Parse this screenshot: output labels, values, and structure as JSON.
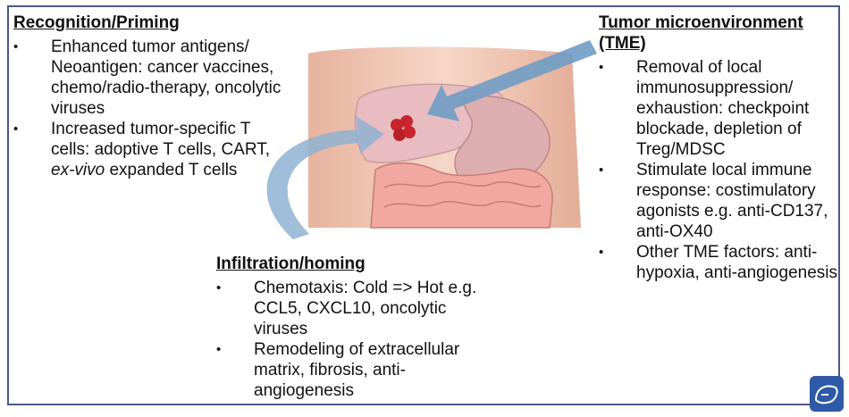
{
  "recognition": {
    "title": "Recognition/Priming",
    "items": [
      {
        "pre": "Enhanced tumor antigens/ Neoantigen: cancer vaccines, chemo/radio-therapy, oncolytic viruses",
        "em": "",
        "post": ""
      },
      {
        "pre": "Increased tumor-specific T cells: adoptive T cells, CART, ",
        "em": "ex-vivo",
        "post": " expanded T cells"
      }
    ]
  },
  "tme": {
    "title": "Tumor microenvironment (TME)",
    "items": [
      "Removal of local immunosuppression/ exhaustion: checkpoint blockade, depletion of Treg/MDSC",
      "Stimulate local immune response: costimulatory agonists e.g. anti-CD137, anti-OX40",
      "Other TME factors: anti-hypoxia, anti-angiogenesis"
    ]
  },
  "infiltration": {
    "title": "Infiltration/homing",
    "items": [
      "Chemotaxis: Cold => Hot e.g. CCL5, CXCL10, oncolytic viruses",
      "Remodeling of extracellular matrix, fibrosis, anti-angiogenesis"
    ]
  },
  "colors": {
    "frame": "#4a5a86",
    "arrow": "#6f9cc4",
    "skin": "#f1c7b4",
    "liver": "#e8bcc2",
    "tumor": "#c8252e",
    "intestine": "#f0a8a0"
  },
  "icons": [
    "anatomy-illustration",
    "tumor-nodule",
    "liver-note-icon"
  ]
}
